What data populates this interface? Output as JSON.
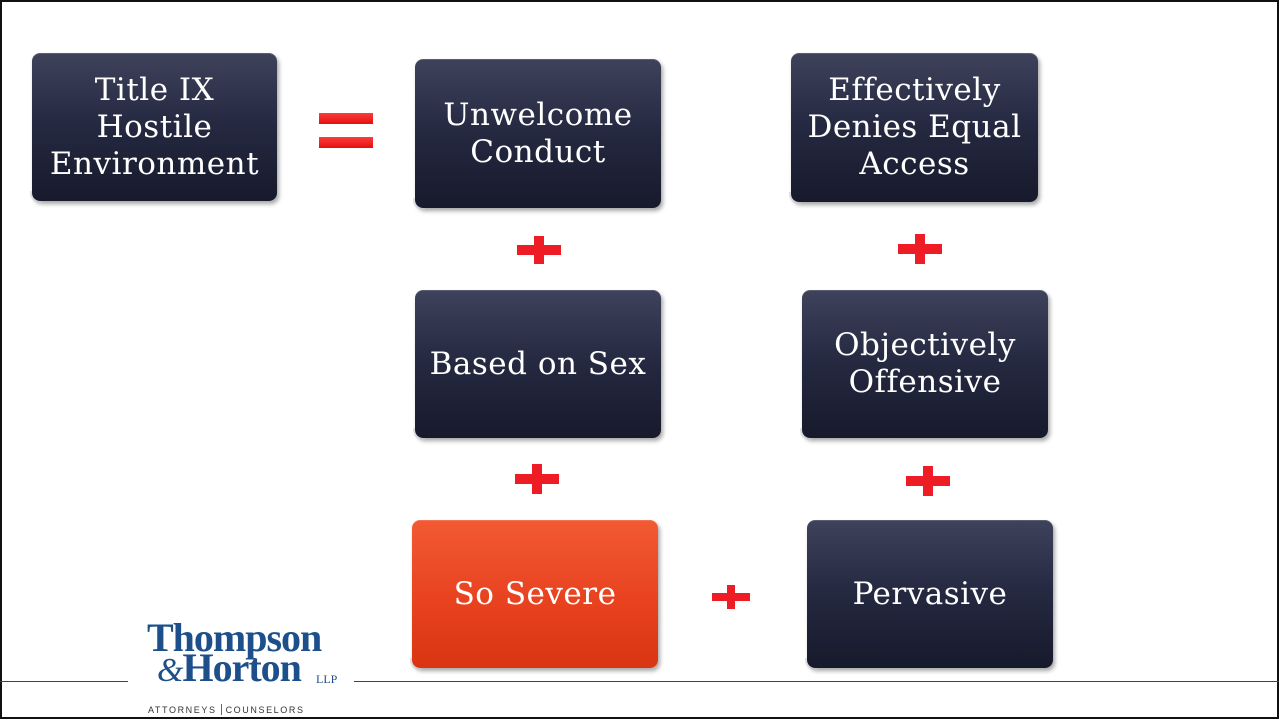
{
  "diagram": {
    "left_term": "Title IX\nHostile\nEnvironment",
    "left_column": [
      "Unwelcome\nConduct",
      "Based on Sex",
      "So Severe"
    ],
    "right_column": [
      "Effectively\nDenies Equal\nAccess",
      "Objectively\nOffensive",
      "Pervasive"
    ],
    "operator_equals": "=",
    "operator_plus": "+",
    "highlight_color": "#e8421f",
    "box_color": "#262a42",
    "operator_color": "#ee1c24"
  },
  "logo": {
    "line1": "Thompson",
    "ampersand": "&",
    "line2": "Horton",
    "suffix": "LLP",
    "tag_left": "ATTORNEYS",
    "tag_right": "COUNSELORS"
  }
}
